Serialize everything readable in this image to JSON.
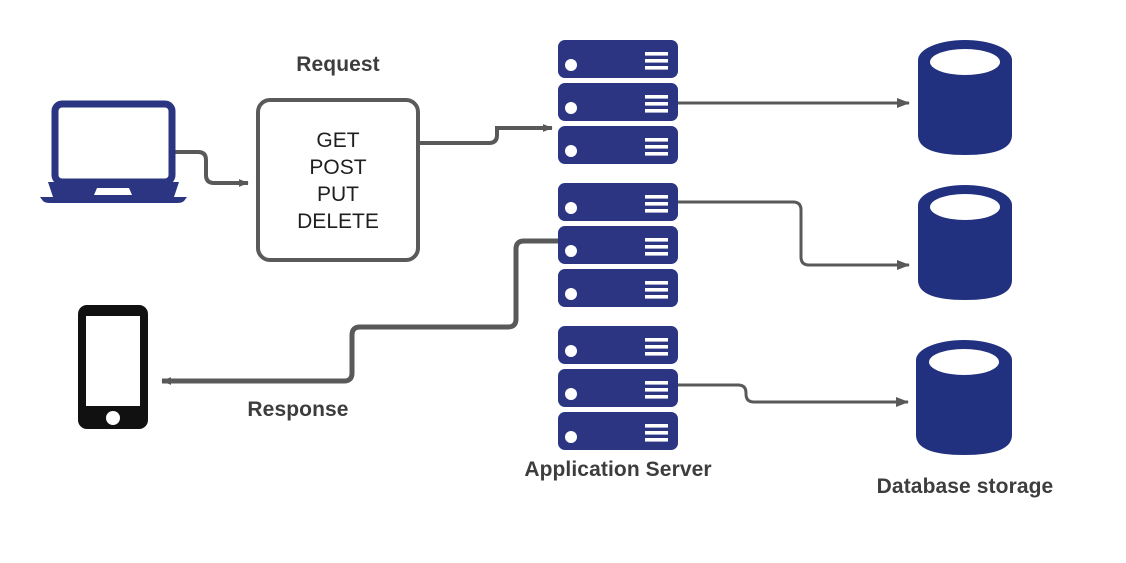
{
  "diagram": {
    "title": "Client-Server-Database request/response flow",
    "colors": {
      "server_blue": "#2b3582",
      "database_blue": "#22317f",
      "laptop_blue": "#2b3582",
      "phone_black": "#111111",
      "connector_gray": "#595959",
      "box_border_gray": "#5a5a5a",
      "label_gray": "#3d3d3d",
      "background": "#ffffff"
    },
    "nodes": {
      "laptop": {
        "name": "laptop-client",
        "icon": "laptop-icon"
      },
      "phone": {
        "name": "phone-client",
        "icon": "smartphone-icon"
      },
      "api_box": {
        "name": "http-methods-box",
        "methods": [
          "GET",
          "POST",
          "PUT",
          "DELETE"
        ]
      },
      "server_stacks": [
        {
          "name": "application-server-stack-1",
          "units": 3
        },
        {
          "name": "application-server-stack-2",
          "units": 3
        },
        {
          "name": "application-server-stack-3",
          "units": 3
        }
      ],
      "databases": [
        {
          "name": "database-cylinder-1"
        },
        {
          "name": "database-cylinder-2"
        },
        {
          "name": "database-cylinder-3"
        }
      ]
    },
    "labels": {
      "request": "Request",
      "response": "Response",
      "application_server": "Application Server",
      "database_storage": "Database storage"
    },
    "connections": [
      {
        "from": "laptop-client",
        "to": "http-methods-box",
        "arrow": true
      },
      {
        "from": "http-methods-box",
        "to": "application-server-stack-1",
        "arrow": true,
        "label": "Request"
      },
      {
        "from": "application-server-stack-1",
        "to": "database-cylinder-1",
        "arrow": true
      },
      {
        "from": "application-server-stack-2",
        "to": "database-cylinder-2",
        "arrow": true
      },
      {
        "from": "application-server-stack-3",
        "to": "database-cylinder-3",
        "arrow": true
      },
      {
        "from": "application-server-stack-2",
        "to": "phone-client",
        "arrow": true,
        "label": "Response"
      }
    ]
  }
}
